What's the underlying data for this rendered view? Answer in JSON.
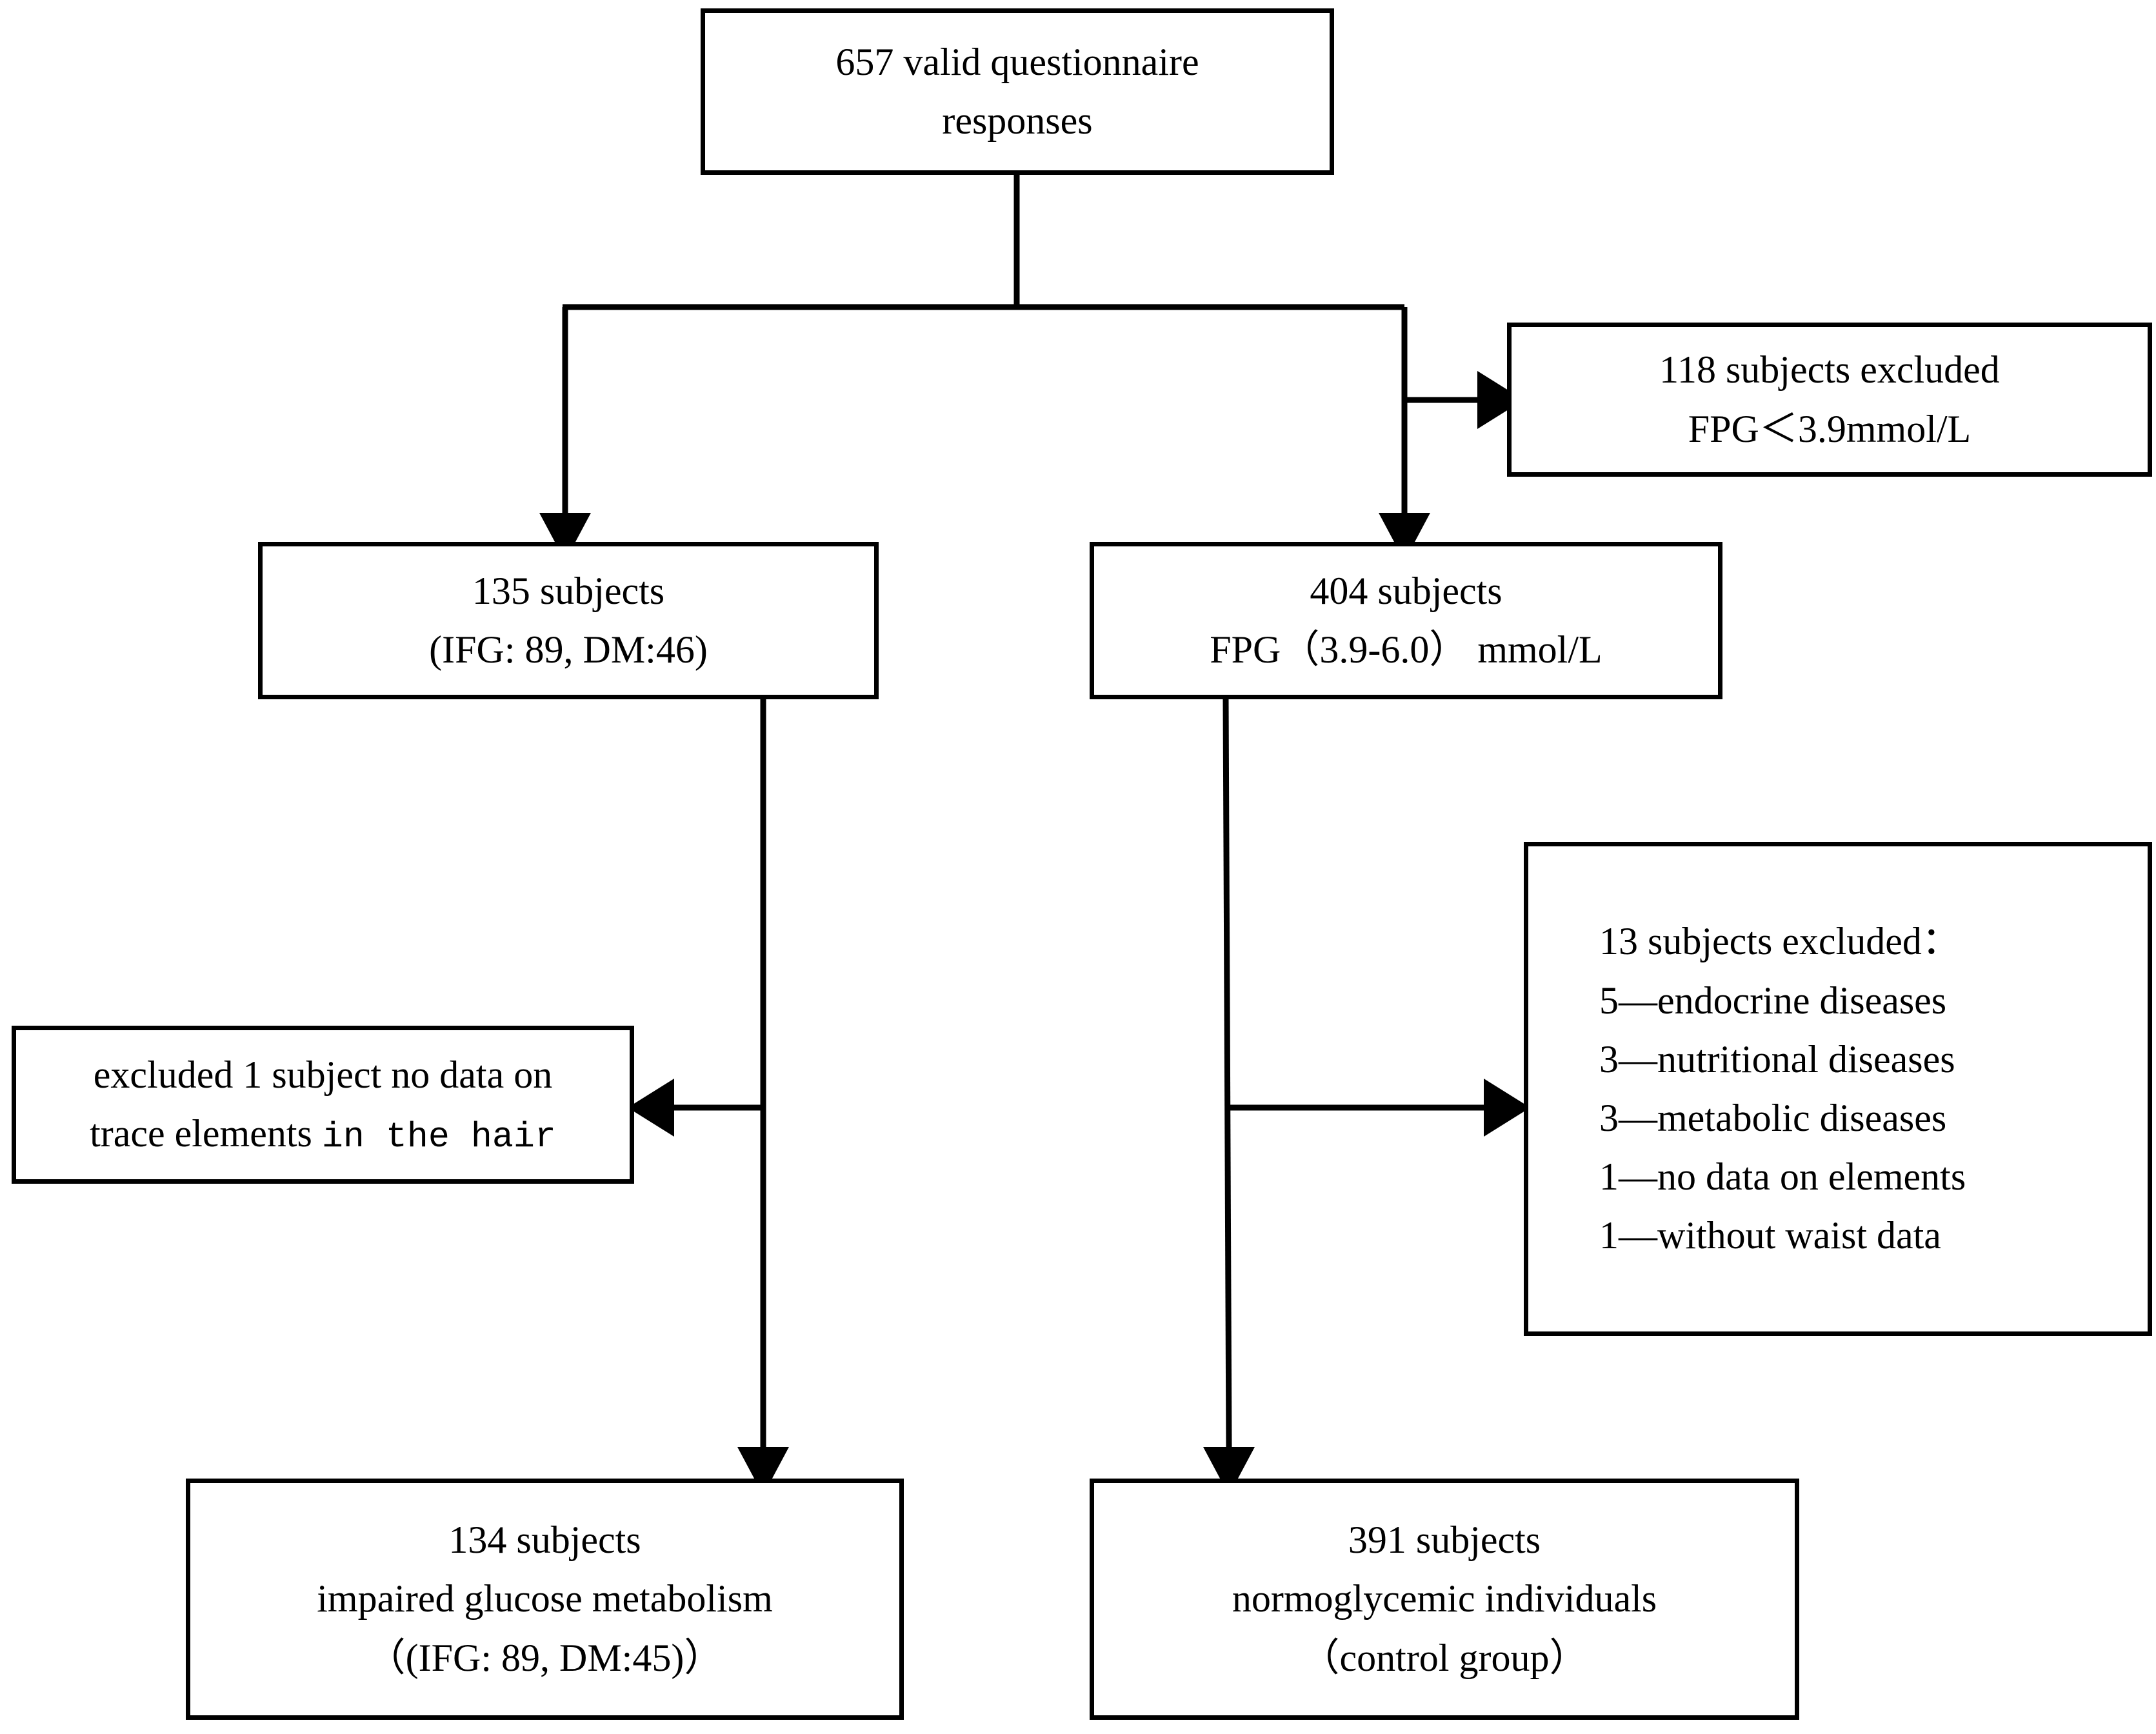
{
  "chart_data": {
    "type": "diagram",
    "title": "Study participant selection flowchart",
    "nodes": [
      {
        "id": "top",
        "lines": [
          "657 valid questionnaire",
          "responses"
        ]
      },
      {
        "id": "excluded_118",
        "lines": [
          "118 subjects excluded",
          "FPG＜3.9mmol/L"
        ]
      },
      {
        "id": "group_135",
        "lines": [
          "135 subjects",
          "(IFG: 89, DM:46)"
        ]
      },
      {
        "id": "group_404",
        "lines": [
          "404 subjects",
          "FPG（3.9-6.0） mmol/L"
        ]
      },
      {
        "id": "excluded_13",
        "lines": [
          "13 subjects excluded：",
          "5—endocrine diseases",
          "3—nutritional diseases",
          "3—metabolic diseases",
          "1—no data on elements",
          "1—without waist data"
        ]
      },
      {
        "id": "excluded_1",
        "lines": [
          "excluded 1 subject no data on",
          "trace elements in the hair"
        ]
      },
      {
        "id": "group_134",
        "lines": [
          "134 subjects",
          "impaired glucose metabolism",
          "（(IFG: 89, DM:45)）"
        ]
      },
      {
        "id": "group_391",
        "lines": [
          "391 subjects",
          "normoglycemic individuals",
          "（control group）"
        ]
      }
    ],
    "edges": [
      {
        "from": "top",
        "to": "group_135",
        "arrow": "down"
      },
      {
        "from": "top",
        "to": "group_404",
        "arrow": "down"
      },
      {
        "from": "top",
        "to": "excluded_118",
        "arrow": "right"
      },
      {
        "from": "group_135",
        "to": "group_134",
        "arrow": "down"
      },
      {
        "from": "group_135",
        "to": "excluded_1",
        "arrow": "left"
      },
      {
        "from": "group_404",
        "to": "group_391",
        "arrow": "down"
      },
      {
        "from": "group_404",
        "to": "excluded_13",
        "arrow": "right"
      }
    ]
  },
  "flowchart": {
    "top": {
      "line1": "657 valid questionnaire",
      "line2": "responses"
    },
    "excluded_118": {
      "line1": "118 subjects excluded",
      "line2": "FPG＜3.9mmol/L"
    },
    "group_135": {
      "line1": "135 subjects",
      "line2": "(IFG: 89, DM:46)"
    },
    "group_404": {
      "line1": "404 subjects",
      "line2": "FPG（3.9-6.0） mmol/L"
    },
    "excluded_13": {
      "line1": "13 subjects excluded：",
      "line2": "5—endocrine diseases",
      "line3": "3—nutritional diseases",
      "line4": "3—metabolic diseases",
      "line5": "1—no data on elements",
      "line6": "1—without waist data"
    },
    "excluded_1": {
      "line1": "excluded 1 subject no data on",
      "line2a": "trace elements ",
      "line2b": "in the hair"
    },
    "group_134": {
      "line1": "134 subjects",
      "line2": "impaired glucose metabolism",
      "line3": "（(IFG: 89, DM:45)）"
    },
    "group_391": {
      "line1": "391 subjects",
      "line2": "normoglycemic individuals",
      "line3": "（control group）"
    }
  },
  "colors": {
    "stroke": "#000000",
    "background": "#ffffff"
  }
}
